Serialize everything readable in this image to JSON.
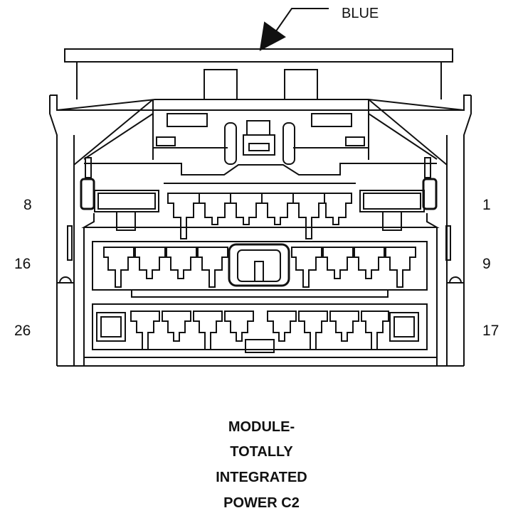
{
  "wire_color_label": "BLUE",
  "pin_labels": {
    "row1_left": "8",
    "row1_right": "1",
    "row2_left": "16",
    "row2_right": "9",
    "row3_left": "26",
    "row3_right": "17"
  },
  "caption": {
    "line1": "MODULE-",
    "line2": "TOTALLY",
    "line3": "INTEGRATED",
    "line4": "POWER C2"
  }
}
